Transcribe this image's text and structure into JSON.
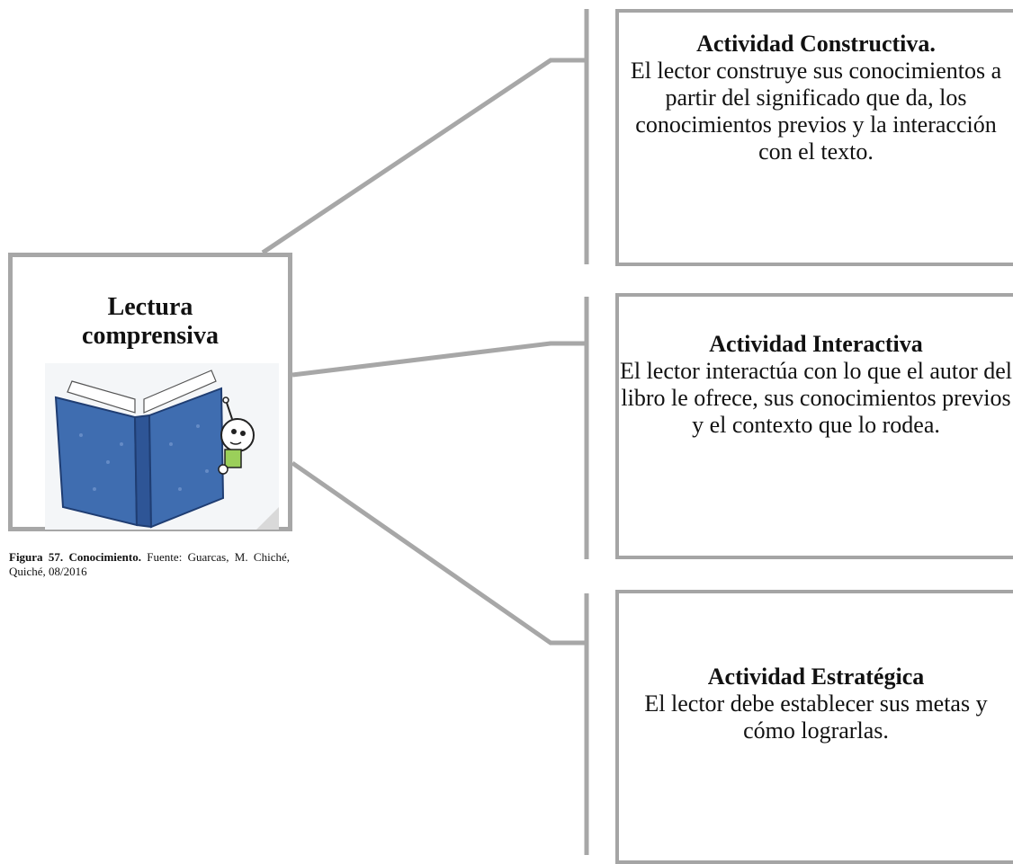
{
  "center": {
    "title_line1": "Lectura",
    "title_line2": "comprensiva"
  },
  "caption": {
    "figure_label": "Figura 57. Conocimiento.",
    "source": " Fuente: Guarcas, M. Chiché, Quiché, 08/2016"
  },
  "activities": [
    {
      "title": "Actividad Constructiva.",
      "description": "El lector construye sus conocimientos a partir del significado que da, los conocimientos previos y la interacción con el texto."
    },
    {
      "title": "Actividad Interactiva",
      "description": "El lector interactúa con lo que el autor del libro le ofrece, sus conocimientos previos y el contexto que lo rodea."
    },
    {
      "title": "Actividad Estratégica",
      "description": "El lector debe establecer sus metas y cómo lograrlas."
    }
  ],
  "colors": {
    "connector_gray": "#a7a7a7",
    "book_blue": "#3f6db0"
  }
}
